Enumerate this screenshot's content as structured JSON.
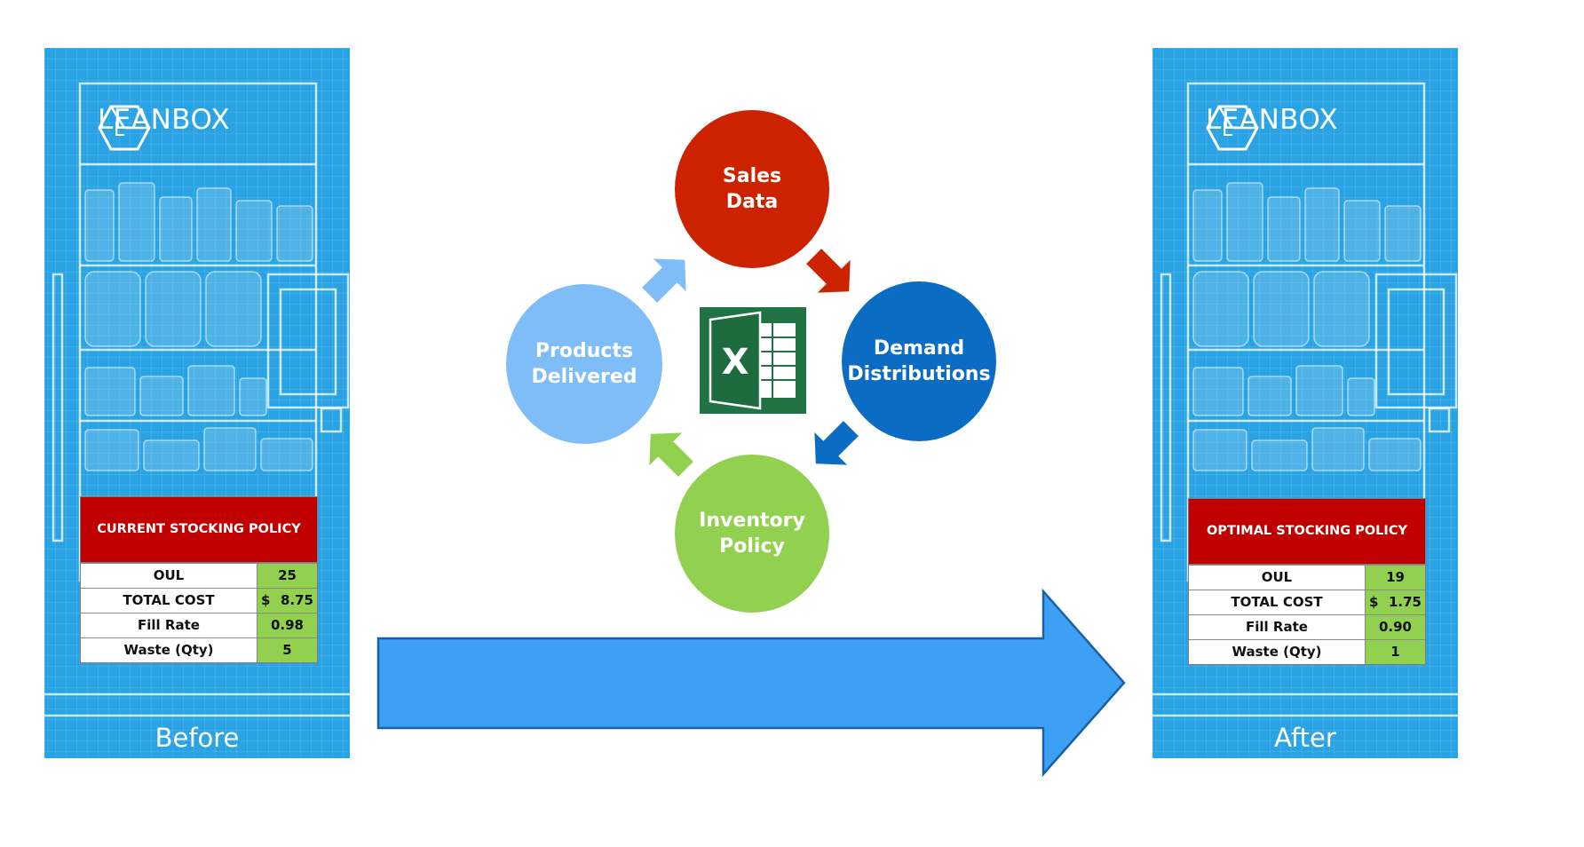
{
  "colors": {
    "fridge_blue": "#29a3e3",
    "sales": "#cc2200",
    "demand": "#0b6cc4",
    "inventory": "#92d050",
    "products": "#7fbdf8",
    "big_arrow": "#3ea0f3",
    "policy_header": "#c00000",
    "policy_value": "#92d050",
    "excel_green": "#217346"
  },
  "before": {
    "brand": "LEANBOX",
    "brand_letter": "L",
    "label": "Before",
    "policy": {
      "title": "CURRENT  STOCKING  POLICY",
      "rows": [
        {
          "key": "OUL",
          "value": "25"
        },
        {
          "key": "TOTAL COST",
          "currency": "$",
          "value": "8.75"
        },
        {
          "key": "Fill Rate",
          "value": "0.98"
        },
        {
          "key": "Waste (Qty)",
          "value": "5"
        }
      ]
    }
  },
  "after": {
    "brand": "LEANBOX",
    "brand_letter": "L",
    "label": "After",
    "policy": {
      "title": "OPTIMAL  STOCKING  POLICY",
      "rows": [
        {
          "key": "OUL",
          "value": "19"
        },
        {
          "key": "TOTAL COST",
          "currency": "$",
          "value": "1.75"
        },
        {
          "key": "Fill Rate",
          "value": "0.90"
        },
        {
          "key": "Waste (Qty)",
          "value": "1"
        }
      ]
    }
  },
  "cycle": {
    "sales": {
      "line1": "Sales",
      "line2": "Data"
    },
    "demand": {
      "line1": "Demand",
      "line2": "Distributions"
    },
    "inventory": {
      "line1": "Inventory",
      "line2": "Policy"
    },
    "products": {
      "line1": "Products",
      "line2": "Delivered"
    },
    "center_icon": "excel-icon",
    "center_letter": "X"
  }
}
